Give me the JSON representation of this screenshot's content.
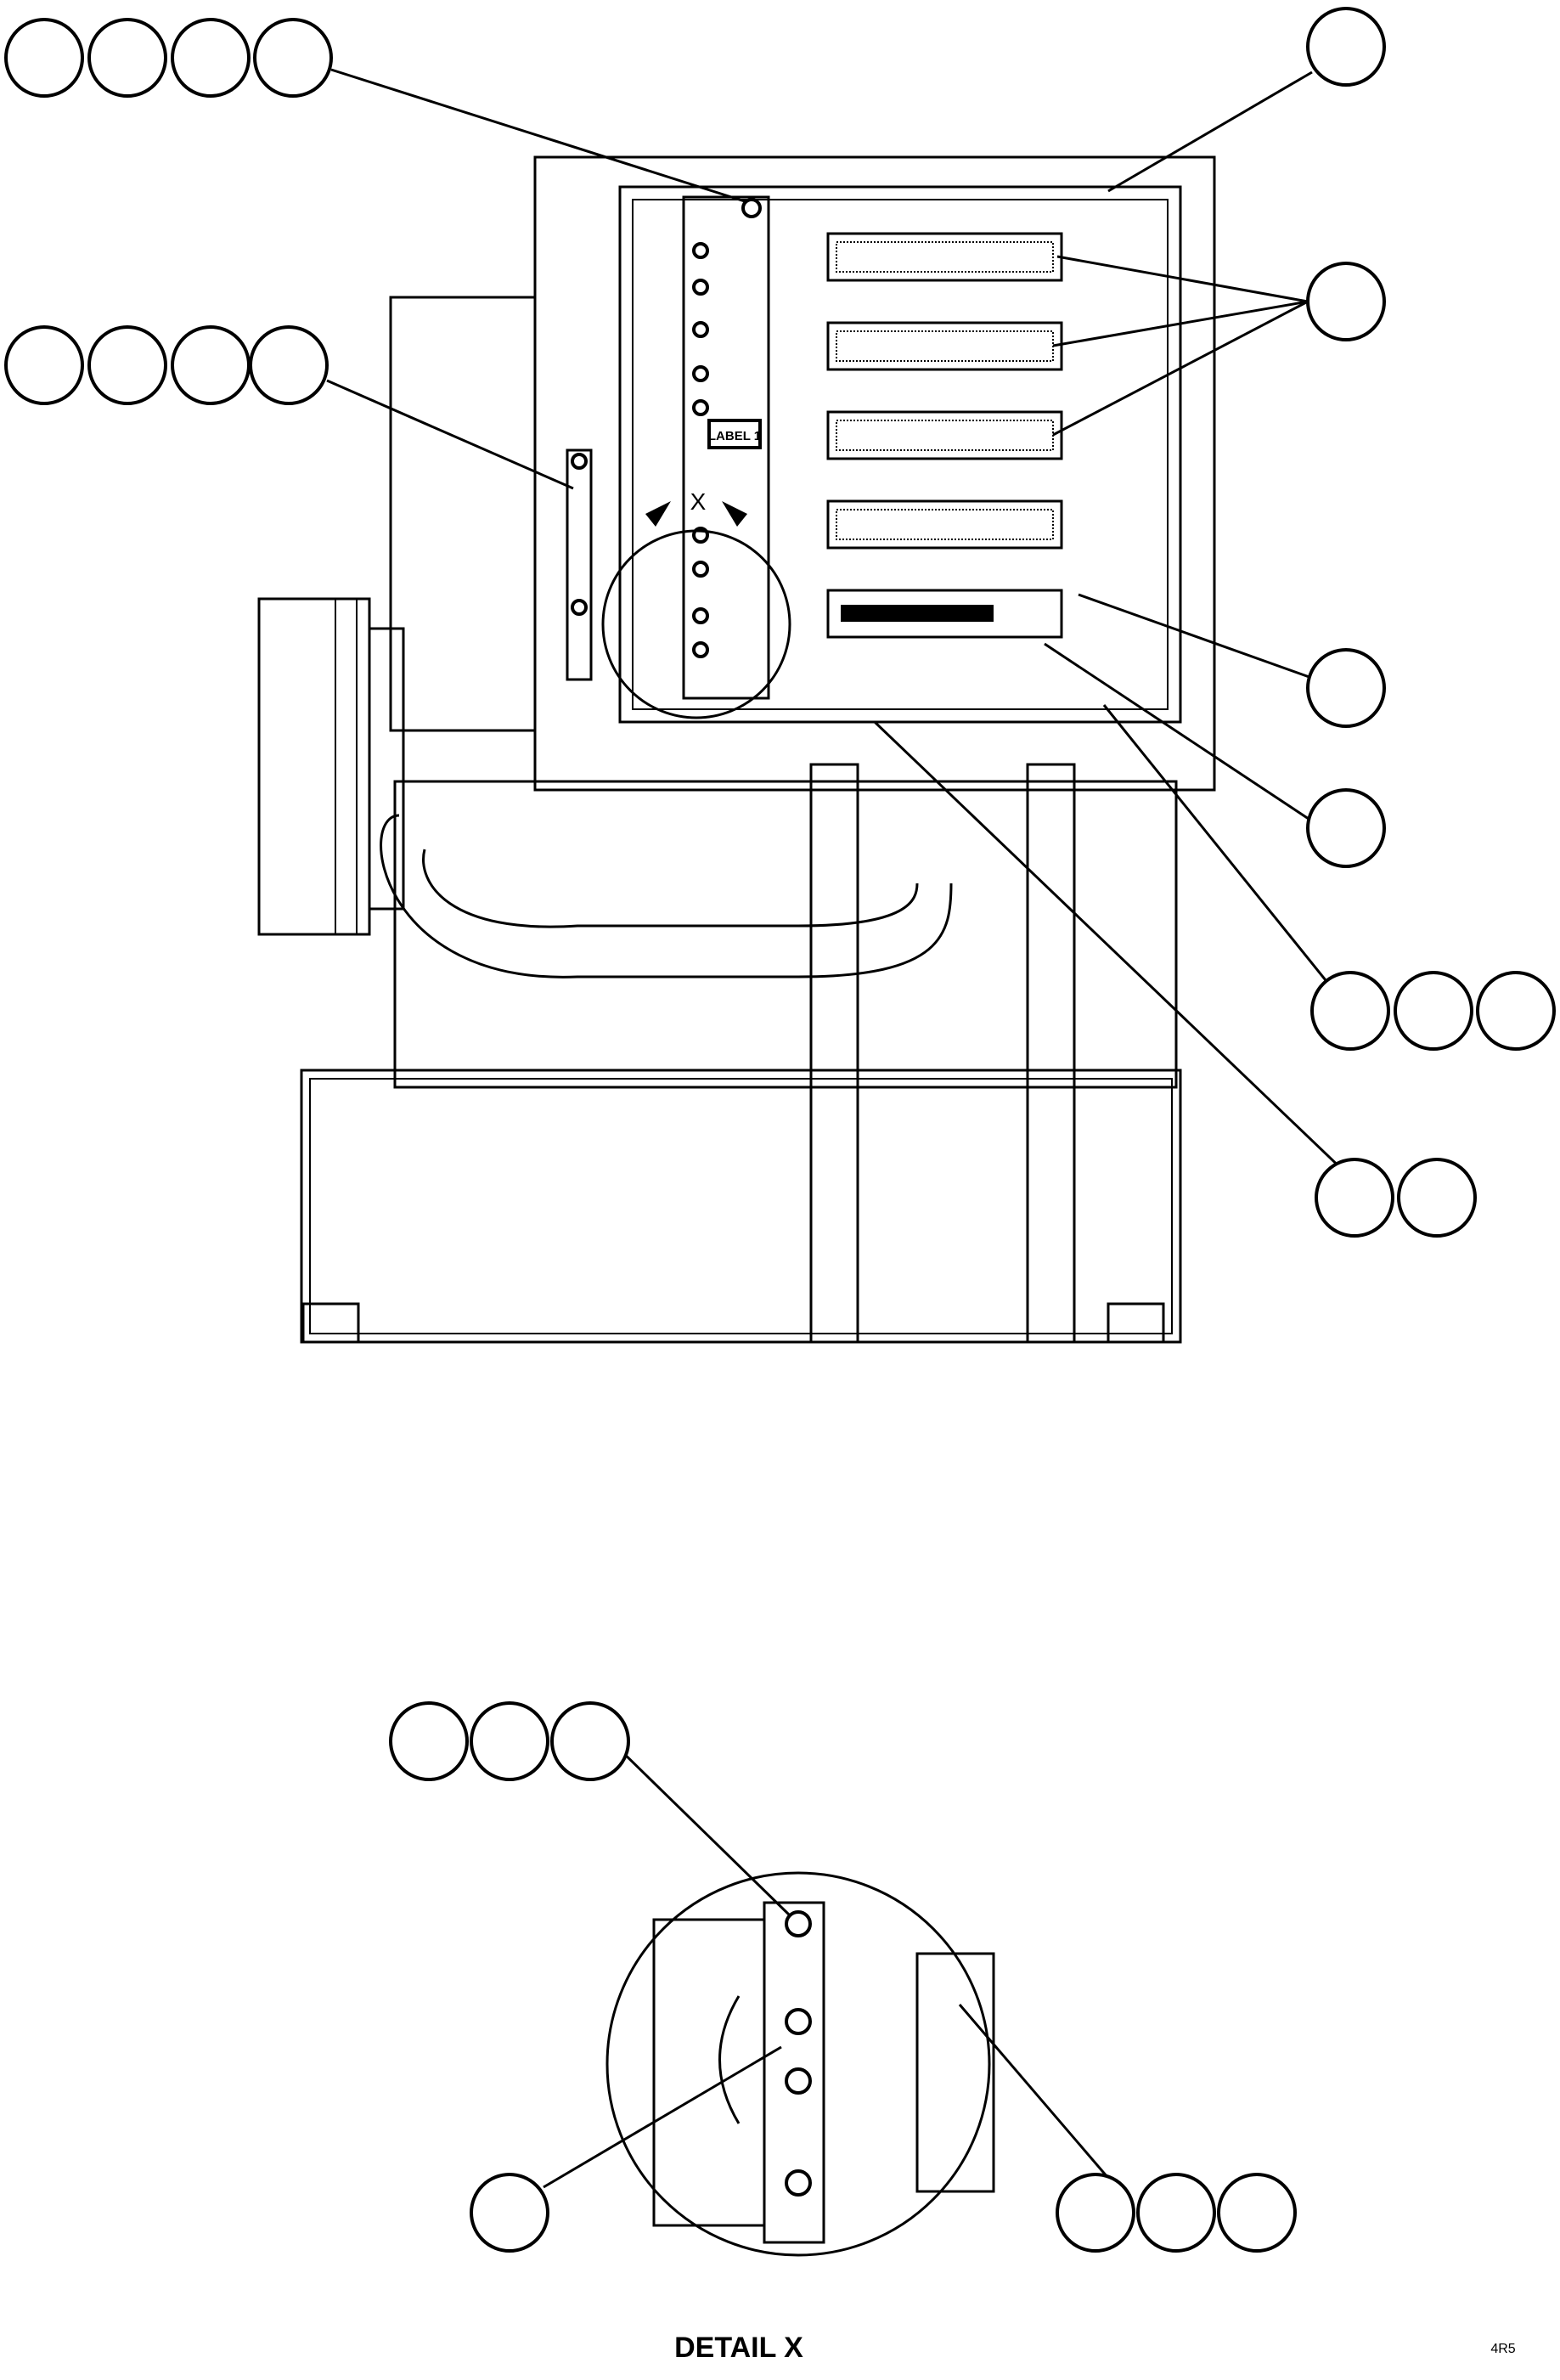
{
  "drawing": {
    "panel_label": "LABEL 1",
    "detail_marker": "X",
    "detail_caption": "DETAIL X",
    "sheet_code": "4R5"
  },
  "balloon_groups": [
    {
      "name": "callout-top-left",
      "count": 4
    },
    {
      "name": "callout-top-right",
      "count": 1
    },
    {
      "name": "callout-left-handle",
      "count": 4
    },
    {
      "name": "callout-filters",
      "count": 1
    },
    {
      "name": "callout-door-hinge",
      "count": 1
    },
    {
      "name": "callout-frame",
      "count": 1
    },
    {
      "name": "callout-bottom-rail",
      "count": 3
    },
    {
      "name": "callout-panel-bottom",
      "count": 2
    },
    {
      "name": "callout-detail-top",
      "count": 3
    },
    {
      "name": "callout-detail-left",
      "count": 1
    },
    {
      "name": "callout-detail-right",
      "count": 3
    }
  ]
}
